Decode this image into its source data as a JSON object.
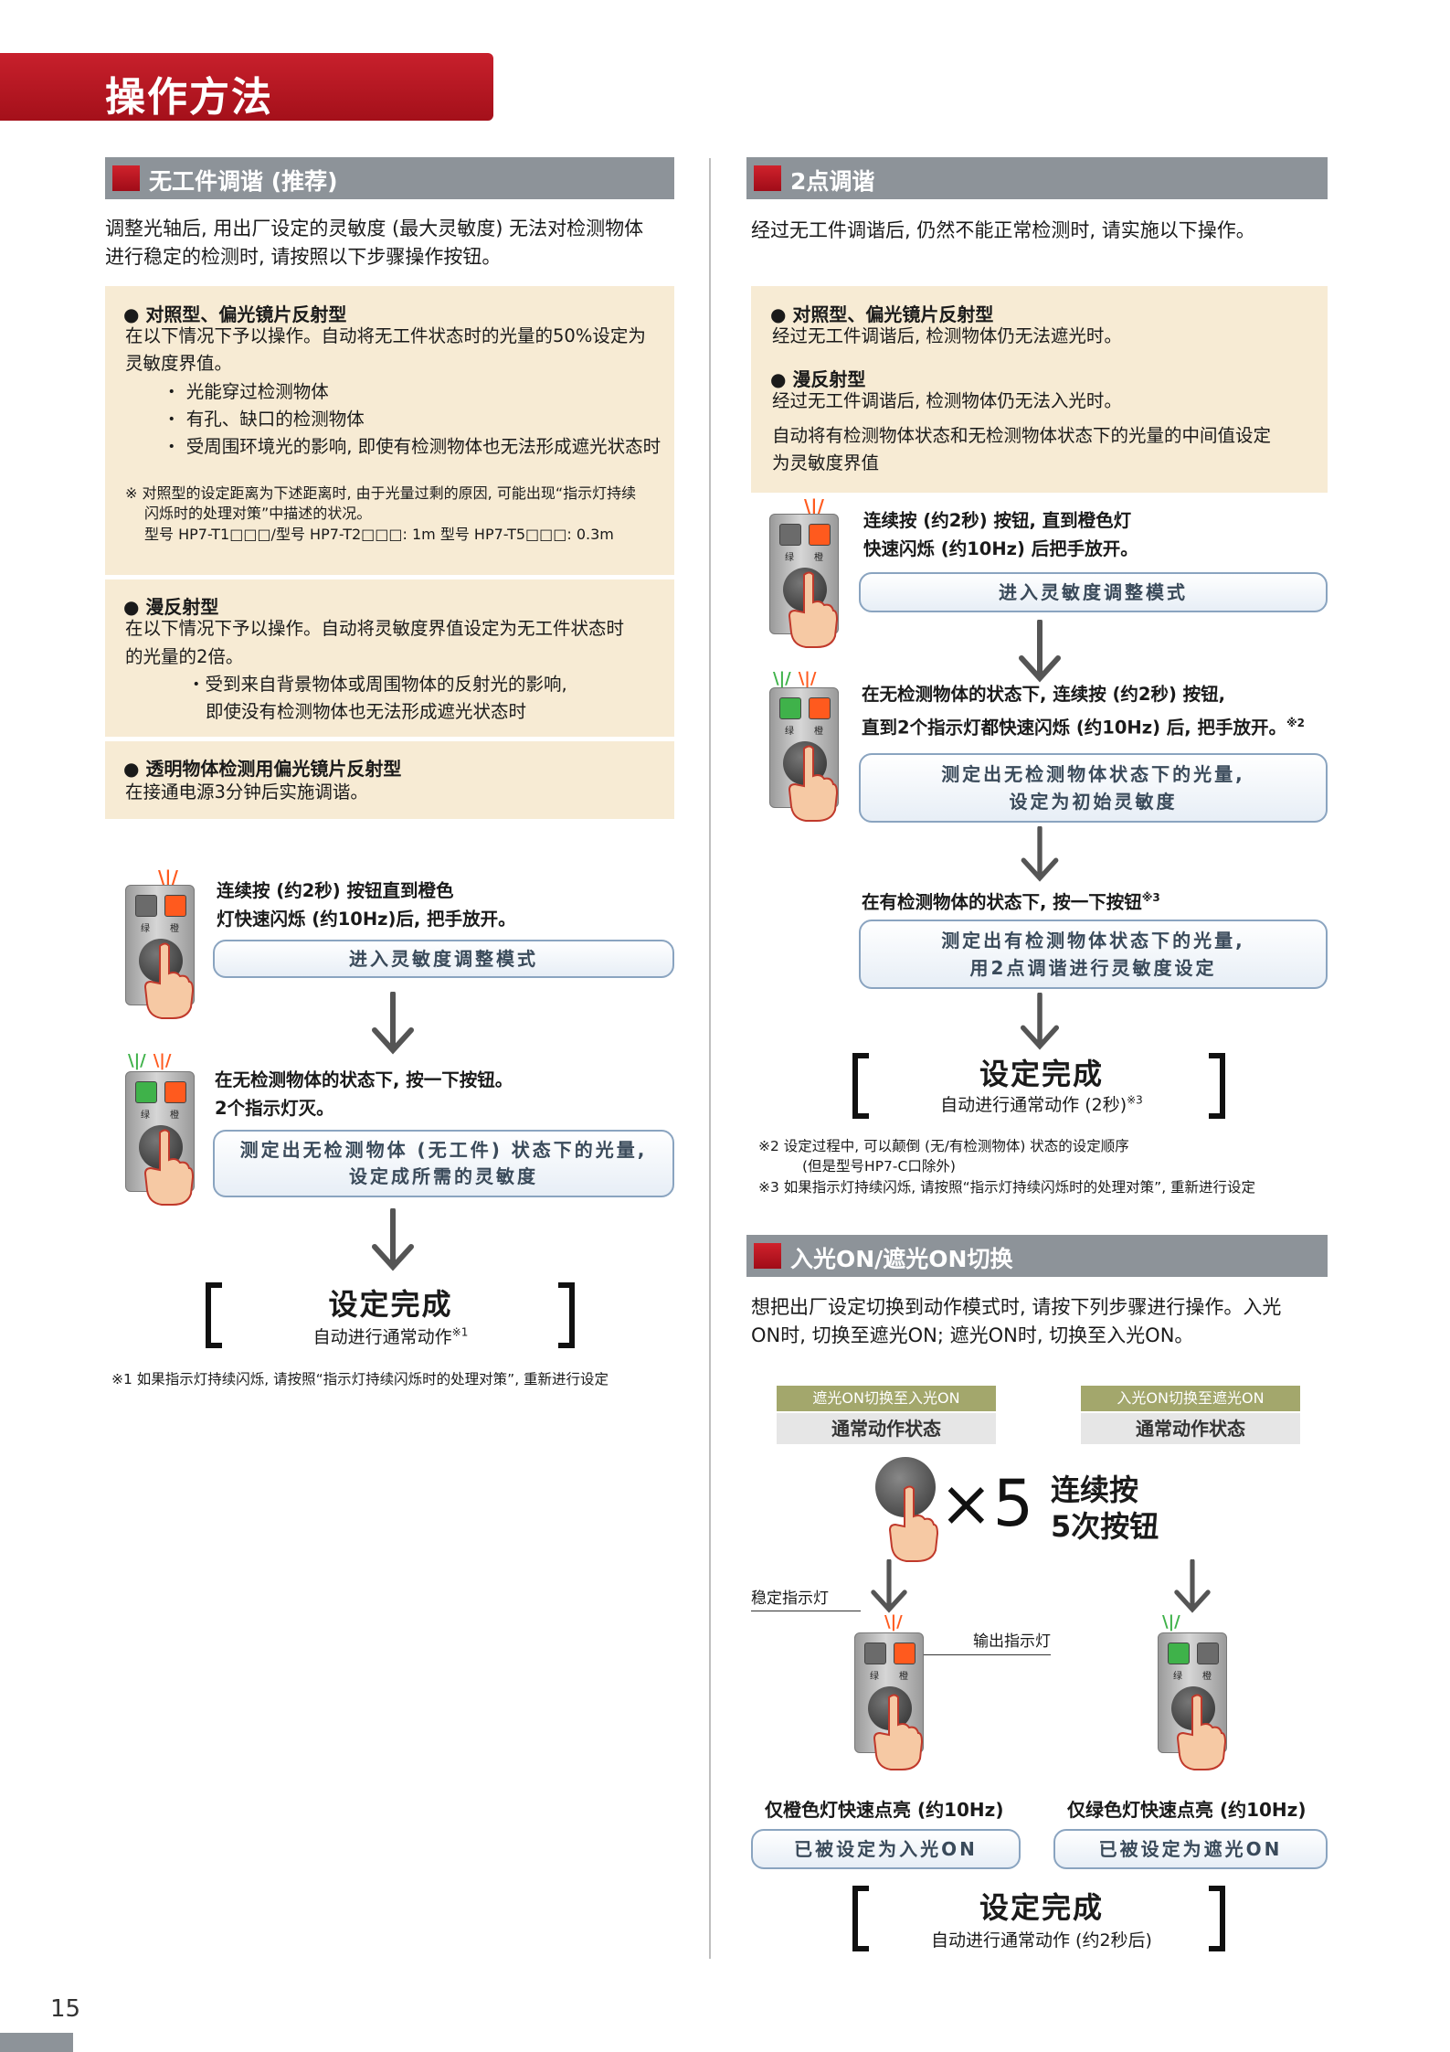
{
  "page_title": "操作方法",
  "page_number": "15",
  "left": {
    "section_title": "无工件调谐 (推荐)",
    "intro": [
      "调整光轴后, 用出厂设定的灵敏度 (最大灵敏度) 无法对检测物体",
      "进行稳定的检测时, 请按照以下步骤操作按钮。"
    ],
    "panel1": {
      "bullet": "● 对照型、偏光镜片反射型",
      "lines": [
        "在以下情况下予以操作。自动将无工件状态时的光量的50%设定为",
        "灵敏度界值。"
      ],
      "items": [
        "・ 光能穿过检测物体",
        "・ 有孔、缺口的检测物体",
        "・ 受周围环境光的影响, 即使有检测物体也无法形成遮光状态时"
      ],
      "note": [
        "※ 对照型的设定距离为下述距离时, 由于光量过剩的原因, 可能出现“指示灯持续",
        "闪烁时的处理对策”中描述的状况。"
      ],
      "model_line": "型号 HP7-T1□□□/型号 HP7-T2□□□: 1m    型号 HP7-T5□□□: 0.3m"
    },
    "panel2": {
      "bullet": "● 漫反射型",
      "lines": [
        "在以下情况下予以操作。自动将灵敏度界值设定为无工件状态时",
        "的光量的2倍。"
      ],
      "items": [
        "・受到来自背景物体或周围物体的反射光的影响,",
        "即使没有检测物体也无法形成遮光状态时"
      ]
    },
    "panel3": {
      "bullet": "● 透明物体检测用偏光镜片反射型",
      "line": "在接通电源3分钟后实施调谐。"
    },
    "step1": {
      "text": [
        "连续按 (约2秒) 按钮直到橙色",
        "灯快速闪烁 (约10Hz)后, 把手放开。"
      ],
      "pill": "进入灵敏度调整模式"
    },
    "step2": {
      "text": [
        "在无检测物体的状态下, 按一下按钮。",
        "2个指示灯灭。"
      ],
      "pill": [
        "测定出无检测物体 (无工件) 状态下的光量,",
        "设定成所需的灵敏度"
      ]
    },
    "done": {
      "title": "设定完成",
      "sub": "自动进行通常动作",
      "sup": "※1"
    },
    "footnote": "※1 如果指示灯持续闪烁, 请按照“指示灯持续闪烁时的处理对策”, 重新进行设定"
  },
  "right": {
    "section_title": "2点调谐",
    "intro": "经过无工件调谐后, 仍然不能正常检测时, 请实施以下操作。",
    "panel": {
      "b1": "● 对照型、偏光镜片反射型",
      "l1": "经过无工件调谐后, 检测物体仍无法遮光时。",
      "b2": "● 漫反射型",
      "l2": "经过无工件调谐后, 检测物体仍无法入光时。",
      "l3": [
        "自动将有检测物体状态和无检测物体状态下的光量的中间值设定",
        "为灵敏度界值"
      ]
    },
    "step1": {
      "text": [
        "连续按 (约2秒) 按钮, 直到橙色灯",
        "快速闪烁 (约10Hz) 后把手放开。"
      ],
      "pill": "进入灵敏度调整模式"
    },
    "step2": {
      "text": [
        "在无检测物体的状态下, 连续按 (约2秒) 按钮,",
        "直到2个指示灯都快速闪烁 (约10Hz) 后, 把手放开。"
      ],
      "sup": "※2",
      "pill": [
        "测定出无检测物体状态下的光量,",
        "设定为初始灵敏度"
      ]
    },
    "step3": {
      "text": "在有检测物体的状态下, 按一下按钮",
      "sup": "※3",
      "pill": [
        "测定出有检测物体状态下的光量,",
        "用2点调谐进行灵敏度设定"
      ]
    },
    "done": {
      "title": "设定完成",
      "sub": "自动进行通常动作 (2秒)",
      "sup": "※3"
    },
    "notes": [
      "※2  设定过程中, 可以颠倒 (无/有检测物体) 状态的设定顺序",
      "(但是型号HP7-C口除外)",
      "※3  如果指示灯持续闪烁, 请按照“指示灯持续闪烁时的处理对策”, 重新进行设定"
    ],
    "switch": {
      "section_title": "入光ON/遮光ON切换",
      "intro": [
        "想把出厂设定切换到动作模式时, 请按下列步骤进行操作。入光",
        "ON时, 切换至遮光ON; 遮光ON时, 切换至入光ON。"
      ],
      "left_chip_top": "遮光ON切换至入光ON",
      "left_chip_bottom": "通常动作状态",
      "right_chip_top": "入光ON切换至遮光ON",
      "right_chip_bottom": "通常动作状态",
      "times": "×5",
      "press_text": [
        "连续按",
        "5次按钮"
      ],
      "stable_label": "稳定指示灯",
      "output_label": "输出指示灯",
      "left_result": "仅橙色灯快速点亮 (约10Hz)",
      "left_pill": "已被设定为入光ON",
      "right_result": "仅绿色灯快速点亮 (约10Hz)",
      "right_pill": "已被设定为遮光ON",
      "done_title": "设定完成",
      "done_sub": "自动进行通常动作 (约2秒后)"
    }
  },
  "device_labels": {
    "green": "绿",
    "orange": "橙"
  },
  "colors": {
    "accent_red": "#b5161f",
    "header_gray": "#8d9399",
    "panel_beige": "#f7ebd4",
    "lamp_orange": "#ff5a1e",
    "lamp_green": "#3fb24a"
  }
}
